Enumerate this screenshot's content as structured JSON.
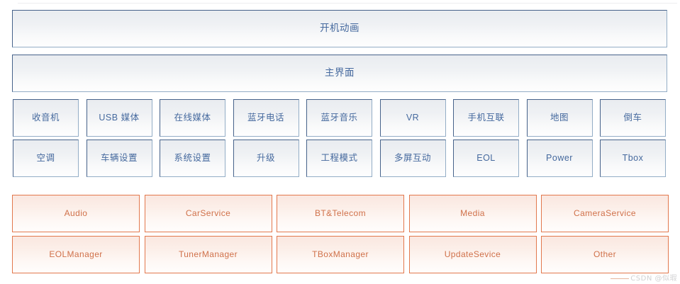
{
  "diagram": {
    "banners": [
      {
        "id": "boot-animation",
        "label": "开机动画"
      },
      {
        "id": "main-interface",
        "label": "主界面"
      }
    ],
    "module_grid": {
      "columns": 9,
      "rows": [
        {
          "id": "module-row-1",
          "cells": [
            {
              "id": "radio",
              "label": "收音机"
            },
            {
              "id": "usb-media",
              "label": "USB 媒体"
            },
            {
              "id": "online-media",
              "label": "在线媒体"
            },
            {
              "id": "bluetooth-phone",
              "label": "蓝牙电话"
            },
            {
              "id": "bluetooth-music",
              "label": "蓝牙音乐"
            },
            {
              "id": "vr",
              "label": "VR"
            },
            {
              "id": "phone-link",
              "label": "手机互联"
            },
            {
              "id": "map",
              "label": "地图"
            },
            {
              "id": "reverse",
              "label": "倒车"
            }
          ]
        },
        {
          "id": "module-row-2",
          "cells": [
            {
              "id": "air-conditioner",
              "label": "空调"
            },
            {
              "id": "vehicle-settings",
              "label": "车辆设置"
            },
            {
              "id": "system-settings",
              "label": "系统设置"
            },
            {
              "id": "upgrade",
              "label": "升级"
            },
            {
              "id": "engineering-mode",
              "label": "工程模式"
            },
            {
              "id": "multi-screen",
              "label": "多屏互动"
            },
            {
              "id": "eol",
              "label": "EOL"
            },
            {
              "id": "power",
              "label": "Power"
            },
            {
              "id": "tbox",
              "label": "Tbox"
            }
          ]
        }
      ]
    },
    "service_grid": {
      "columns": 5,
      "rows": [
        {
          "id": "service-row-1",
          "cells": [
            {
              "id": "audio",
              "label": "Audio"
            },
            {
              "id": "car-service",
              "label": "CarService"
            },
            {
              "id": "bt-telecom",
              "label": "BT&Telecom"
            },
            {
              "id": "media",
              "label": "Media"
            },
            {
              "id": "camera-service",
              "label": "CameraService"
            }
          ]
        },
        {
          "id": "service-row-2",
          "cells": [
            {
              "id": "eol-manager",
              "label": "EOLManager"
            },
            {
              "id": "tuner-manager",
              "label": "TunerManager"
            },
            {
              "id": "tbox-manager",
              "label": "TBoxManager"
            },
            {
              "id": "update-sevice",
              "label": "UpdateSevice"
            },
            {
              "id": "other",
              "label": "Other"
            }
          ]
        }
      ]
    },
    "watermark": {
      "text": "CSDN @似瑕"
    },
    "colors": {
      "blue_border": "#93adc6",
      "blue_border_dark": "#46628a",
      "blue_text": "#45699e",
      "orange_border": "#e2784d",
      "orange_text": "#d0714a",
      "background": "#ffffff",
      "top_rule": "#ededef"
    }
  }
}
